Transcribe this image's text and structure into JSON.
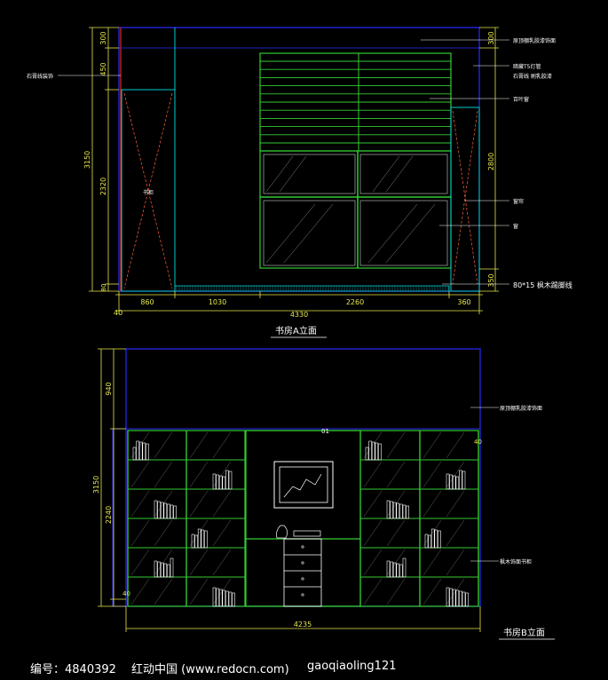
{
  "elevation_a": {
    "title": "书房A立面",
    "dims_left": {
      "total": "3150",
      "d1": "300",
      "d2": "450",
      "d3": "2320",
      "d4": "80"
    },
    "dims_right": {
      "d1": "300",
      "d2": "2800",
      "d3": "350"
    },
    "dims_bottom": {
      "left_off": "40",
      "d1": "860",
      "d2": "1030",
      "d3": "2260",
      "d4": "360",
      "total": "4330"
    },
    "labels": {
      "left_callout": "石膏线装饰",
      "center_text": "书柜",
      "r1": "原顶棚乳胶漆饰面",
      "r2_a": "暗藏T5灯管",
      "r2_b": "石膏线 刷乳胶漆",
      "r3": "百叶窗",
      "r4": "窗帘",
      "r5": "窗",
      "skirting": "80*15 枫木踢脚线"
    }
  },
  "elevation_b": {
    "title": "书房B立面",
    "dims_left": {
      "total": "3150",
      "d1": "940",
      "d2": "2240",
      "d3": "40"
    },
    "dim_right": "40",
    "dim_bottom": "4235",
    "center_mark": "01",
    "labels": {
      "r1": "原顶棚乳胶漆饰面",
      "r2": "枫木饰面书柜"
    }
  },
  "footer": {
    "id_label": "编号：4840392",
    "site": "红动中国 (www.redocn.com)",
    "author": "gaoqiaoling121"
  },
  "colors": {
    "background": "#000000",
    "outline_blue": "#2a2aff",
    "shelf_green": "#33cc33",
    "dim_yellow": "#e6e64d",
    "cyan": "#00cccc",
    "red": "#ff3030",
    "text_white": "#ffffff"
  }
}
